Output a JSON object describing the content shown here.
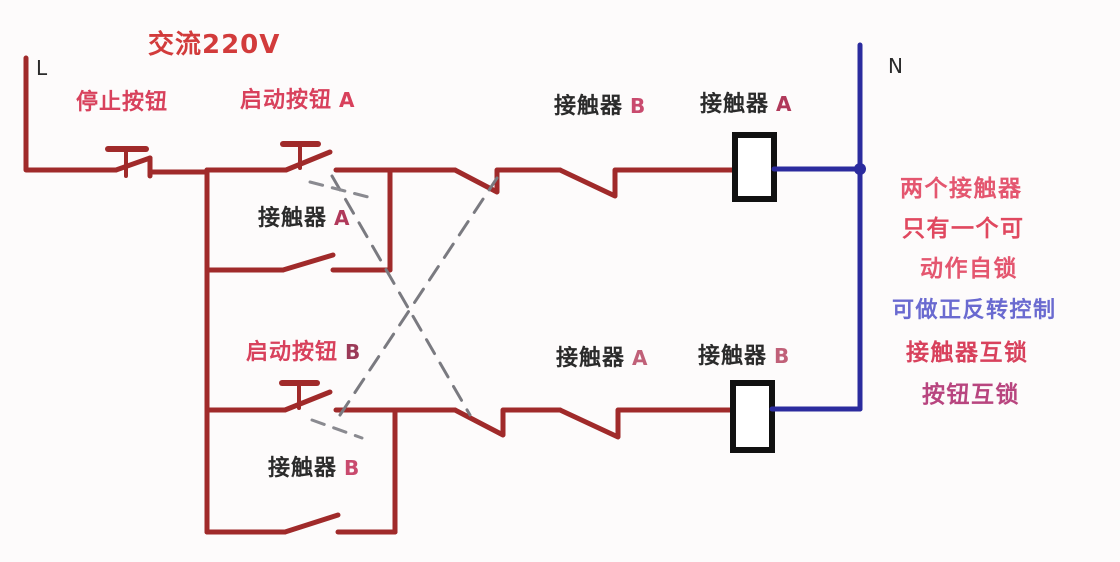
{
  "diagram": {
    "type": "electrical-ladder-control-circuit",
    "title": "交流220V",
    "terminals": {
      "line_left": "L",
      "line_right": "N"
    },
    "components": [
      {
        "id": "stop-button",
        "label": "停止按钮",
        "suffix": "",
        "symbol": "nc-pushbutton"
      },
      {
        "id": "start-button-a",
        "label": "启动按钮",
        "suffix": "A",
        "symbol": "no-pushbutton"
      },
      {
        "id": "contactor-a-aux",
        "label": "接触器",
        "suffix": "A",
        "symbol": "no-contact"
      },
      {
        "id": "start-button-b",
        "label": "启动按钮",
        "suffix": "B",
        "symbol": "no-pushbutton"
      },
      {
        "id": "contactor-b-aux",
        "label": "接触器",
        "suffix": "B",
        "symbol": "no-contact"
      },
      {
        "id": "contactor-b-nc",
        "label": "接触器",
        "suffix": "B",
        "symbol": "nc-contact"
      },
      {
        "id": "contactor-a-coil",
        "label": "接触器",
        "suffix": "A",
        "symbol": "coil"
      },
      {
        "id": "contactor-a-nc",
        "label": "接触器",
        "suffix": "A",
        "symbol": "nc-contact"
      },
      {
        "id": "contactor-b-coil",
        "label": "接触器",
        "suffix": "B",
        "symbol": "coil"
      }
    ],
    "annotations": [
      {
        "text": "两个接触器",
        "color": "#e4566f"
      },
      {
        "text": "只有一个可",
        "color": "#e0485f"
      },
      {
        "text": "动作自锁",
        "color": "#e4566f"
      },
      {
        "text": "可做正反转控制",
        "color": "#6a6ad0"
      },
      {
        "text": "接触器互锁",
        "color": "#d8415c"
      },
      {
        "text": "按钮互锁",
        "color": "#b8457f"
      }
    ],
    "colors": {
      "wire_red": "#a02a2a",
      "wire_blue": "#2b2b9e",
      "coil_outline": "#111111",
      "title_red": "#d0475e",
      "label_dark": "#2b2b2b"
    }
  }
}
